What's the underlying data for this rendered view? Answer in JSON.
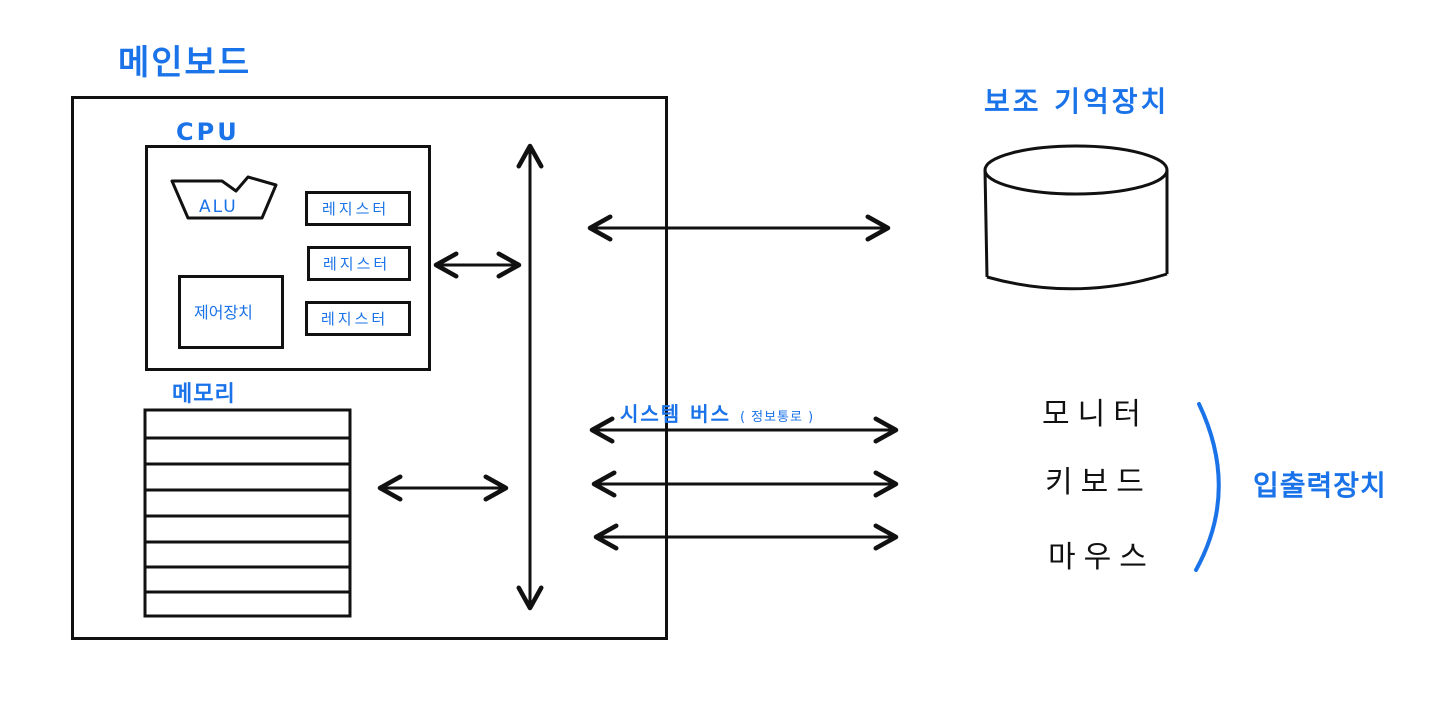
{
  "title": "메인보드",
  "cpu": {
    "label": "CPU",
    "alu": "ALU",
    "registers": [
      "레지스터",
      "레지스터",
      "레지스터"
    ],
    "control_unit": "제어장치"
  },
  "memory": {
    "label": "메모리",
    "rows": 8
  },
  "bus": {
    "label": "시스템 버스",
    "note": "( 정보통로 )"
  },
  "storage": {
    "label": "보조 기억장치"
  },
  "io_devices": {
    "items": [
      "모니터",
      "키보드",
      "마우스"
    ],
    "group_label": "입출력장치"
  },
  "colors": {
    "accent": "#1a73e8",
    "ink": "#111111"
  }
}
